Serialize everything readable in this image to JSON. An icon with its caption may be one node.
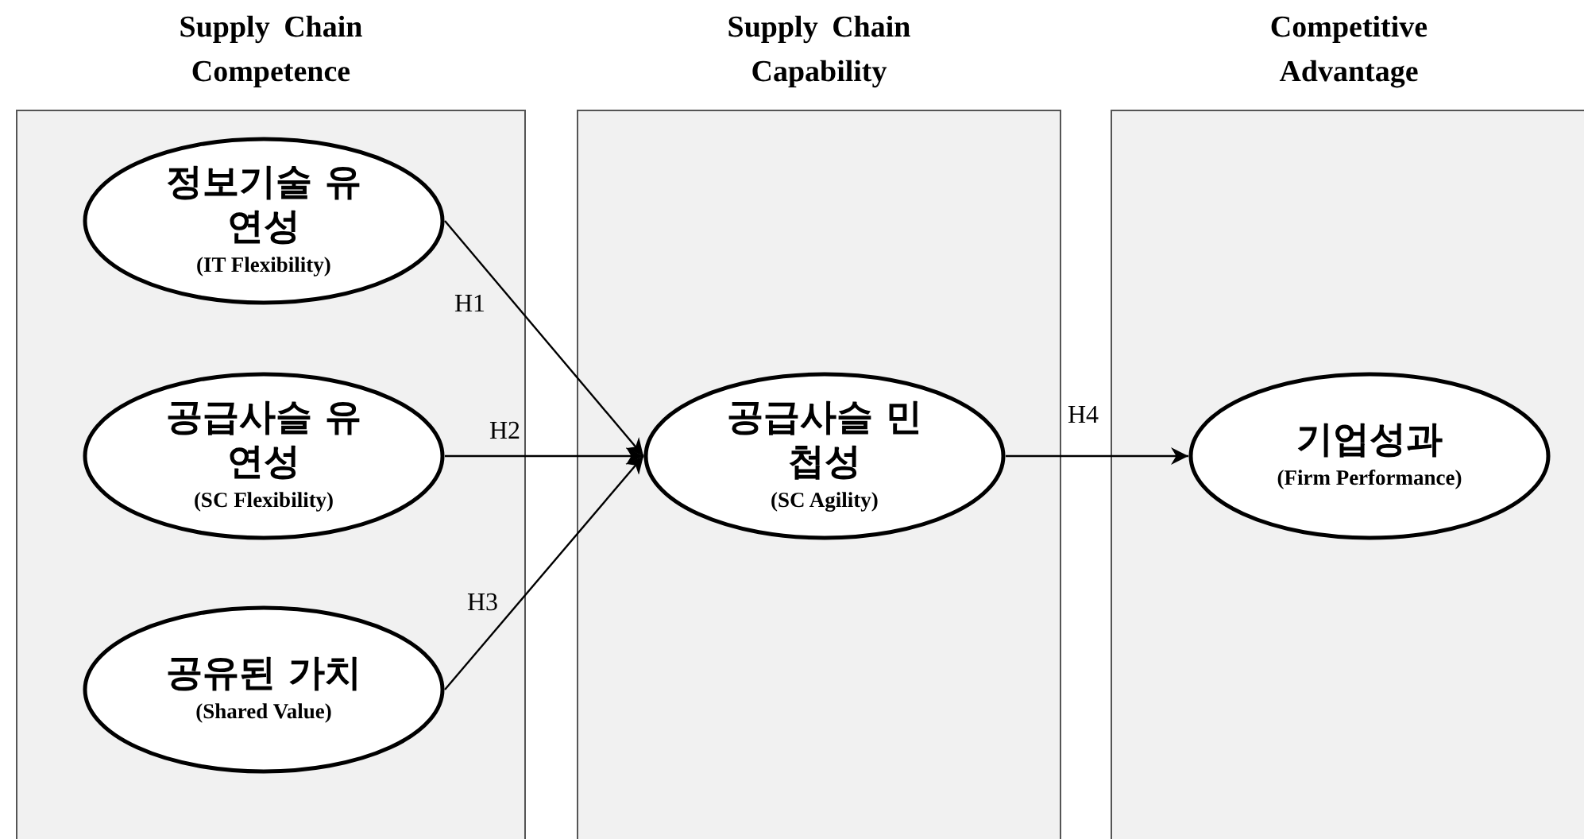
{
  "diagram": {
    "nodes": [
      {
        "text": [
          "Supply Chain Competence"
        ]
      },
      {
        "text": [
          "Supply Chain Capability"
        ]
      },
      {
        "text": [
          "Competitive Advantage"
        ]
      },
      {
        "text": [
          "정보기술 유연성",
          "(IT Flexibility)"
        ],
        "in": 0
      },
      {
        "text": [
          "공급사슬 유연성",
          "(SC Flexibility)"
        ],
        "in": 0
      },
      {
        "text": [
          "공유된 가치",
          "(Shared Value)"
        ],
        "in": 0
      },
      {
        "text": [
          "공급사슬 민첩성",
          "(SC Agility)"
        ],
        "in": 1
      },
      {
        "text": [
          "기업성과",
          "(Firm Performance)"
        ],
        "in": 2
      }
    ],
    "edges": [
      {
        "from": 3,
        "to": 6,
        "arrow": "to",
        "label": "H1"
      },
      {
        "from": 4,
        "to": 6,
        "arrow": "to",
        "label": "H2"
      },
      {
        "from": 5,
        "to": 6,
        "arrow": "to",
        "label": "H3"
      },
      {
        "from": 6,
        "to": 7,
        "arrow": "to",
        "label": "H4"
      }
    ]
  }
}
